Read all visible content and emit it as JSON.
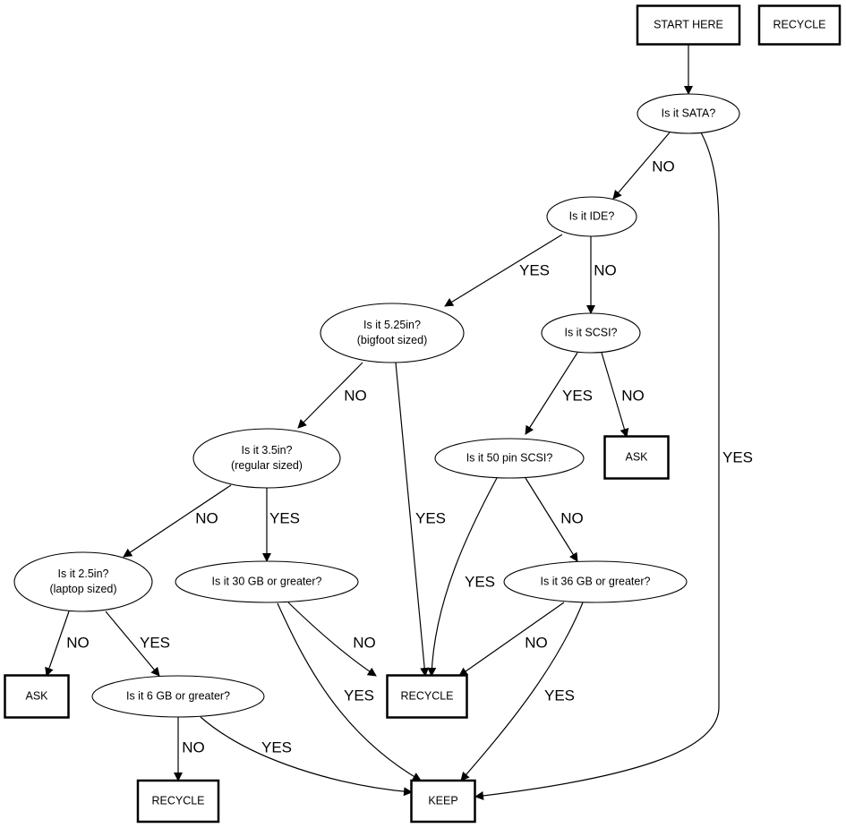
{
  "nodes": {
    "start": {
      "label": [
        "START HERE"
      ],
      "shape": "box"
    },
    "recycle_top": {
      "label": [
        "RECYCLE"
      ],
      "shape": "box"
    },
    "sata": {
      "label": [
        "Is it SATA?"
      ],
      "shape": "ellipse"
    },
    "ide": {
      "label": [
        "Is it IDE?"
      ],
      "shape": "ellipse"
    },
    "q525": {
      "label": [
        "Is it 5.25in?",
        "(bigfoot sized)"
      ],
      "shape": "ellipse"
    },
    "scsi": {
      "label": [
        "Is it SCSI?"
      ],
      "shape": "ellipse"
    },
    "ask1": {
      "label": [
        "ASK"
      ],
      "shape": "box"
    },
    "q35": {
      "label": [
        "Is it 3.5in?",
        "(regular sized)"
      ],
      "shape": "ellipse"
    },
    "scsi50": {
      "label": [
        "Is it 50 pin SCSI?"
      ],
      "shape": "ellipse"
    },
    "q25": {
      "label": [
        "Is it 2.5in?",
        "(laptop sized)"
      ],
      "shape": "ellipse"
    },
    "q30": {
      "label": [
        "Is it 30 GB or greater?"
      ],
      "shape": "ellipse"
    },
    "q36": {
      "label": [
        "Is it 36 GB or greater?"
      ],
      "shape": "ellipse"
    },
    "ask2": {
      "label": [
        "ASK"
      ],
      "shape": "box"
    },
    "q6": {
      "label": [
        "Is it 6 GB or greater?"
      ],
      "shape": "ellipse"
    },
    "recycle_mid": {
      "label": [
        "RECYCLE"
      ],
      "shape": "box"
    },
    "recycle_bot": {
      "label": [
        "RECYCLE"
      ],
      "shape": "box"
    },
    "keep": {
      "label": [
        "KEEP"
      ],
      "shape": "box"
    }
  },
  "edges": [
    {
      "from": "start",
      "to": "sata",
      "label": ""
    },
    {
      "from": "sata",
      "to": "ide",
      "label": "NO"
    },
    {
      "from": "sata",
      "to": "keep",
      "label": "YES"
    },
    {
      "from": "ide",
      "to": "q525",
      "label": "YES"
    },
    {
      "from": "ide",
      "to": "scsi",
      "label": "NO"
    },
    {
      "from": "q525",
      "to": "q35",
      "label": "NO"
    },
    {
      "from": "q525",
      "to": "recycle_mid",
      "label": "YES"
    },
    {
      "from": "scsi",
      "to": "scsi50",
      "label": "YES"
    },
    {
      "from": "scsi",
      "to": "ask1",
      "label": "NO"
    },
    {
      "from": "q35",
      "to": "q25",
      "label": "NO"
    },
    {
      "from": "q35",
      "to": "q30",
      "label": "YES"
    },
    {
      "from": "scsi50",
      "to": "recycle_mid",
      "label": "YES"
    },
    {
      "from": "scsi50",
      "to": "q36",
      "label": "NO"
    },
    {
      "from": "q25",
      "to": "ask2",
      "label": "NO"
    },
    {
      "from": "q25",
      "to": "q6",
      "label": "YES"
    },
    {
      "from": "q30",
      "to": "recycle_mid",
      "label": "NO"
    },
    {
      "from": "q30",
      "to": "keep",
      "label": "YES"
    },
    {
      "from": "q36",
      "to": "recycle_mid",
      "label": "NO"
    },
    {
      "from": "q36",
      "to": "keep",
      "label": "YES"
    },
    {
      "from": "q6",
      "to": "recycle_bot",
      "label": "NO"
    },
    {
      "from": "q6",
      "to": "keep",
      "label": "YES"
    }
  ]
}
